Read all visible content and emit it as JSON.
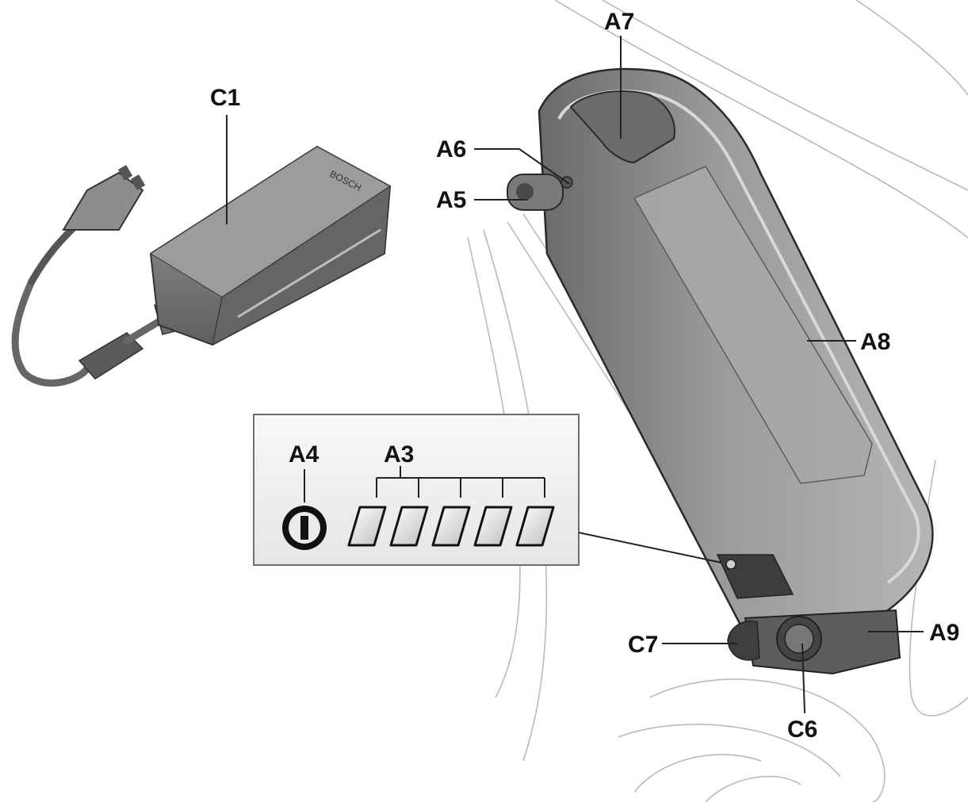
{
  "callouts": {
    "c1": "C1",
    "a7": "A7",
    "a6": "A6",
    "a5": "A5",
    "a8": "A8",
    "a4": "A4",
    "a3": "A3",
    "a9": "A9",
    "c7": "C7",
    "c6": "C6"
  },
  "icons": {
    "power_button": "power-icon",
    "charge_led": "charge-led-icon"
  },
  "charge_led_count": 5,
  "colors": {
    "line_art": "#222222",
    "panel_fill": "#efefef",
    "battery_body": "#8a8a8a",
    "charger_body": "#7d7d7d"
  }
}
